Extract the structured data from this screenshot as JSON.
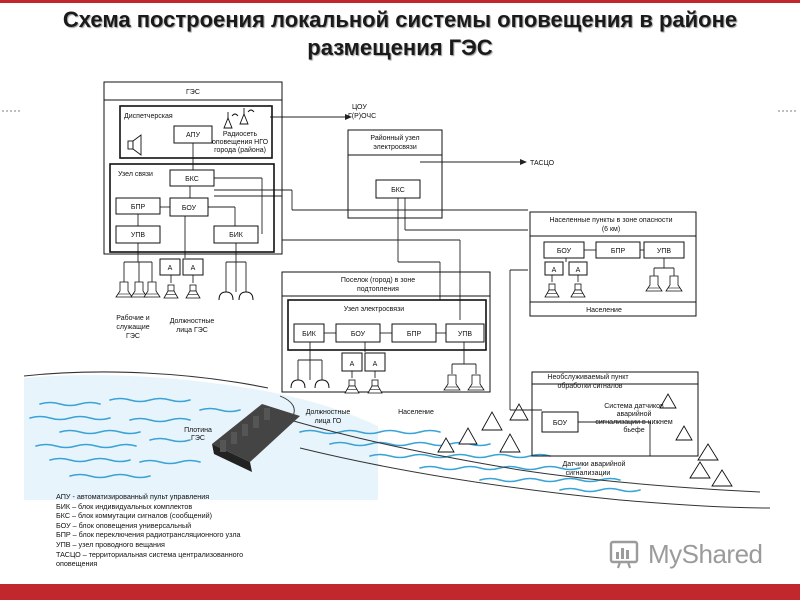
{
  "title": "Схема построения локальной системы оповещения в районе размещения ГЭС",
  "labels": {
    "ges": "ГЭС",
    "dispatcher": "Диспетчерская",
    "apu": "АПУ",
    "radio_1": "Радиосеть",
    "radio_2": "оповещения НГО",
    "radio_3": "города (района)",
    "tsou_1": "ЦОУ",
    "tsou_2": "Г(Р)ОЧС",
    "district_node_1": "Районный узел",
    "district_node_2": "электросвязи",
    "bks": "БКС",
    "tasco": "ТАСЦО",
    "comm_node": "Узел связи",
    "bpr": "БПР",
    "bou": "БОУ",
    "upv": "УПВ",
    "bik": "БИК",
    "a": "А",
    "workers_1": "Рабочие и",
    "workers_2": "служащие",
    "workers_3": "ГЭС",
    "officials_ges_1": "Должностные",
    "officials_ges_2": "лица ГЭС",
    "danger_1": "Населенные пункты в зоне опасности",
    "danger_2": "(6 км)",
    "population": "Население",
    "village_1": "Поселок (город) в зоне",
    "village_2": "подтопления",
    "village_node": "Узел электросвязи",
    "officials_go_1": "Должностные",
    "officials_go_2": "лица ГО",
    "unattended_1": "Необслуживаемый пункт",
    "unattended_2": "обработки сигналов",
    "sensor_sys_1": "Система датчиков",
    "sensor_sys_2": "аварийной",
    "sensor_sys_3": "сигнализации в нижнем",
    "sensor_sys_4": "бьефе",
    "sensors_1": "Датчики аварийной",
    "sensors_2": "сигнализации",
    "dam_1": "Плотина",
    "dam_2": "ГЭС"
  },
  "legend": [
    "АПУ - автоматизированный пульт управления",
    "БИК – блок индивидуальных комплектов",
    "БКС – блок коммутации сигналов (сообщений)",
    "БОУ – блок оповещения универсальный",
    "БПР – блок переключения радиотрансляционного узла",
    "УПВ – узел проводного вещания",
    "ТАСЦО – территориальная система централизованного",
    "оповещения"
  ],
  "brand": "MyShared",
  "colors": {
    "accent": "#c0282e",
    "water": "#3aa3d6",
    "line": "#222222",
    "brand_gray": "#9b9b9b"
  }
}
